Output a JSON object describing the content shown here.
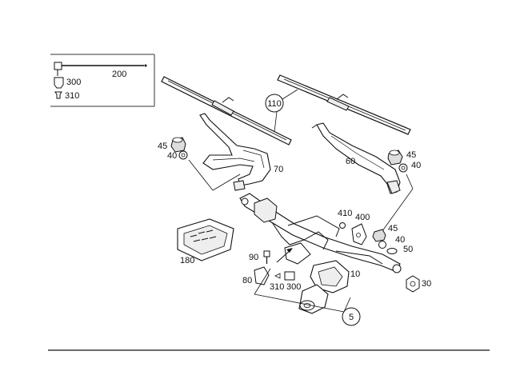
{
  "legend": {
    "wire_label": "200",
    "connector_label": "300",
    "terminal_label": "310"
  },
  "callouts": {
    "c110": "110",
    "c45_left": "45",
    "c40_left": "40",
    "c70": "70",
    "c60": "60",
    "c45_right": "45",
    "c40_right": "40",
    "c410": "410",
    "c400": "400",
    "c45_mid": "45",
    "c40_mid": "40",
    "c50": "50",
    "c180": "180",
    "c90": "90",
    "c80": "80",
    "c310": "310",
    "c300": "300",
    "c10": "10",
    "c30": "30",
    "c5": "5"
  },
  "colors": {
    "line": "#111111",
    "part_fill": "#ffffff",
    "shade": "#d9d9d9"
  }
}
